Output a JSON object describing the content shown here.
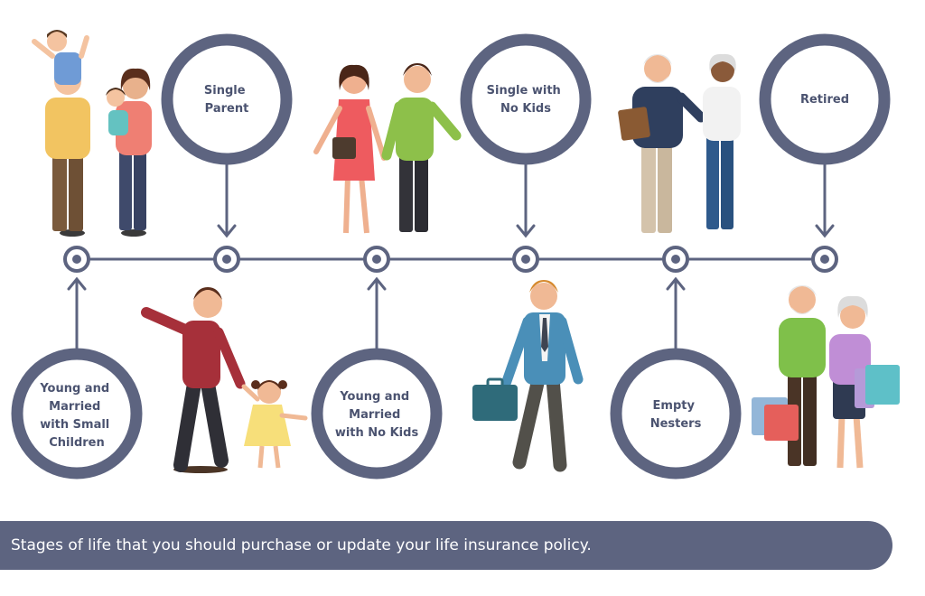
{
  "stages": [
    {
      "id": "young-married-small-children",
      "label_lines": [
        "Young and",
        "Married",
        "with Small",
        "Children"
      ]
    },
    {
      "id": "single-parent",
      "label_lines": [
        "Single",
        "Parent"
      ]
    },
    {
      "id": "young-married-no-kids",
      "label_lines": [
        "Young and",
        "Married",
        "with No Kids"
      ]
    },
    {
      "id": "single-no-kids",
      "label_lines": [
        "Single with",
        "No Kids"
      ]
    },
    {
      "id": "empty-nesters",
      "label_lines": [
        "Empty",
        "Nesters"
      ]
    },
    {
      "id": "retired",
      "label_lines": [
        "Retired"
      ]
    }
  ],
  "footer": {
    "caption": "Stages of life that you should purchase or update your life insurance policy."
  },
  "colors": {
    "ring": "#5d6480",
    "timeline": "#5d6480",
    "label_text": "#4b5370",
    "banner_bg": "#5d6480",
    "banner_text": "#ffffff"
  },
  "illustrations": [
    "family-with-small-children",
    "single-parent-with-daughter",
    "young-couple",
    "single-businessman",
    "senior-couple-empty-nesters",
    "retired-couple-shopping"
  ]
}
